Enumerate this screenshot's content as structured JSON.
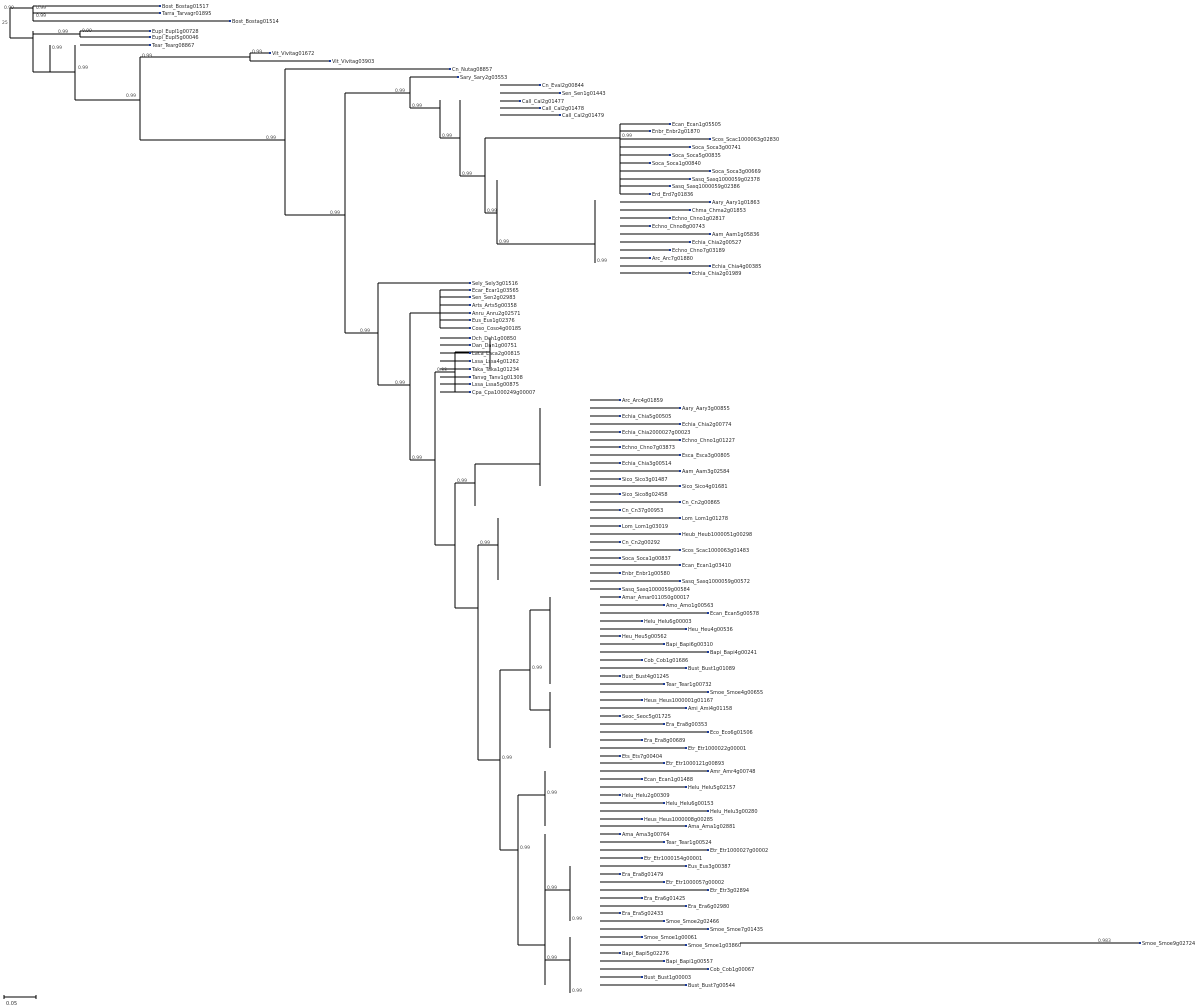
{
  "tree": {
    "leaves": [
      "Bost_Bostag01517",
      "Tarra_Tarvagr01895",
      "Bost_Bostag01514",
      "Eupl_Eupl1g00728",
      "Eupl_Eupl5g00046",
      "Tear_Tearg08867",
      "Vit_Vivitag01672",
      "Vit_Vivitag03903",
      "Cn_Nutag08857",
      "Sary_Sary2g03553",
      "Cn_Eval2g00844",
      "Sen_Sen1g01443",
      "Call_Cal2g01477",
      "Call_Cal2g01478",
      "Call_Cal2g01479",
      "Ecan_Ecan1g05505",
      "Enbr_Enbr2g01870",
      "Scos_Scac1000063g02830",
      "Soca_Soca3g00741",
      "Soca_Soca5g00835",
      "Soca_Soca1g00840",
      "Soca_Soca3g00669",
      "Sasq_Sasq1000059g02378",
      "Sasq_Sasq1000059g02386",
      "Erd_Erd7g01836",
      "Aary_Aary1g01863",
      "Chma_Chma2g01853",
      "Echno_Chno1g02817",
      "Echno_Chno8g00743",
      "Aam_Aam1g05836",
      "Echia_Chia2g00527",
      "Echno_Chno7g03189",
      "Arc_Arc7g01880",
      "Echia_Chia4g00385",
      "Echia_Chia2g01989",
      "Sely_Sely3g01516",
      "Ecar_Ecar1g03565",
      "Sen_Sen2g02983",
      "Arts_Arts5g00358",
      "Anru_Anru2g02571",
      "Eus_Eus1g02376",
      "Coso_Coso4g00185",
      "Dch_Dch1g00850",
      "Dan_Dan1g00751",
      "Laca_Laca2g00815",
      "Lssa_Lssa4g01262",
      "Taka_Taka1g01234",
      "Tanvg_Tanv1g01308",
      "Lssa_Lssa5g00875",
      "Cpa_Cpa1000249g00007",
      "Arc_Arc4g01859",
      "Aary_Aary3g00855",
      "Echia_Chia5g00505",
      "Echia_Chia2g00774",
      "Echia_Chia2000027g00023",
      "Echno_Chno1g01227",
      "Echno_Chno7g03873",
      "Esca_Esca3g00805",
      "Echia_Chia3g00514",
      "Aam_Aam3g02584",
      "Sico_Sico3g01487",
      "Sico_Sico4g01681",
      "Sico_Sico8g02458",
      "Cn_Cn2g00865",
      "Cn_Cn37g00953",
      "Lom_Lom1g01278",
      "Lom_Lom1g03019",
      "Heub_Heub1000051g00298",
      "Cn_Cn2g00292",
      "Scos_Scac1000063g01483",
      "Soca_Soca1g00837",
      "Ecan_Ecan1g03410",
      "Enbr_Enbr1g00580",
      "Sasq_Sasq1000059g00572",
      "Sasq_Sasq1000059g00584",
      "Amar_Amar011050g00017",
      "Amo_Amo1g00563",
      "Ecan_Ecan5g00578",
      "Helu_Helu6g00003",
      "Heu_Heu4g00536",
      "Heu_Heu5g00562",
      "Bapi_Bapi6g00310",
      "Bapi_Bapi4g00241",
      "Cob_Cob1g01686",
      "Bust_Bust1g01089",
      "Bust_Bust4g01245",
      "Tear_Tear1g00732",
      "Smoe_Smoe4g00655",
      "Heus_Heus1000001g01167",
      "Ami_Ami4g01158",
      "Seoc_Seoc5g01725",
      "Era_Era8g00353",
      "Eco_Eco6g01506",
      "Era_Era8g00689",
      "Etr_Etr1000022g00001",
      "Ets_Ets7g00404",
      "Etr_Etr1000121g00893",
      "Amr_Amr4g00748",
      "Ecan_Ecan1g01488",
      "Helu_Helu5g02157",
      "Helu_Helu2g00309",
      "Helu_Helu6g00153",
      "Helu_Helu3g00280",
      "Heus_Heus1000008g00285",
      "Ama_Ama1g02881",
      "Ama_Ama3g00764",
      "Tear_Tear1g00524",
      "Etr_Etr1000027g00002",
      "Etr_Etr1000154g00001",
      "Eus_Eus3g00387",
      "Era_Era8g01479",
      "Etr_Etr1000057g00002",
      "Etr_Etr3g02894",
      "Era_Era6g01425",
      "Era_Era6g02980",
      "Era_Era5g02433",
      "Smoe_Smoe2g02466",
      "Smoe_Smoe7g01435",
      "Smoe_Smoe1g00061",
      "Smoe_Smoe1g03860",
      "Bapi_Bapi5g02276",
      "Bapi_Bapi1g00557",
      "Cob_Cob1g00067",
      "Bust_Bust1g00003",
      "Bust_Bust7g00544",
      "Smoe_Smoe9g02724"
    ],
    "outlier_support": "0.983",
    "scale_bar_label": "0.05",
    "root_label": "25"
  }
}
